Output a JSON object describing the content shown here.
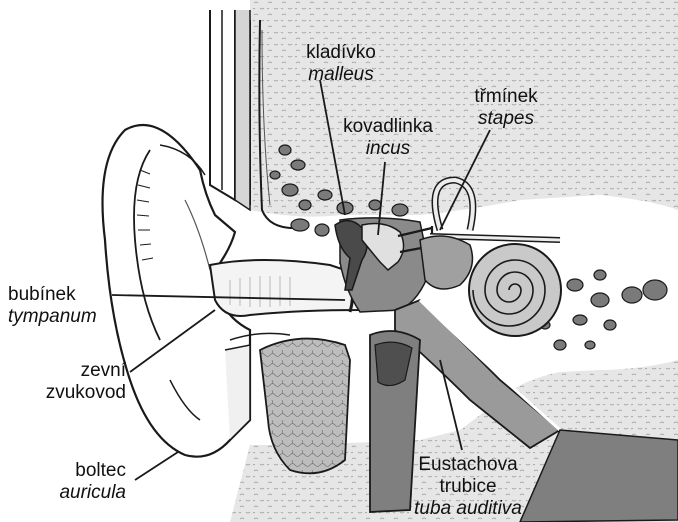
{
  "labels": {
    "malleus": {
      "czech": "kladívko",
      "latin": "malleus"
    },
    "incus": {
      "czech": "kovadlinka",
      "latin": "incus"
    },
    "stapes": {
      "czech": "třmínek",
      "latin": "stapes"
    },
    "tympanum": {
      "czech": "bubínek",
      "latin": "tympanum"
    },
    "ear_canal": {
      "line1": "zevní",
      "line2": "zvukovod"
    },
    "auricula": {
      "czech": "boltec",
      "latin": "auricula"
    },
    "eustachian": {
      "line1": "Eustachova",
      "line2": "trubice",
      "latin": "tuba auditiva"
    }
  },
  "colors": {
    "line": "#1a1a1a",
    "light_gray": "#d9d9d9",
    "mid_gray": "#a8a8a8",
    "dark_gray": "#6e6e6e",
    "bone": "#cfcfcf"
  }
}
